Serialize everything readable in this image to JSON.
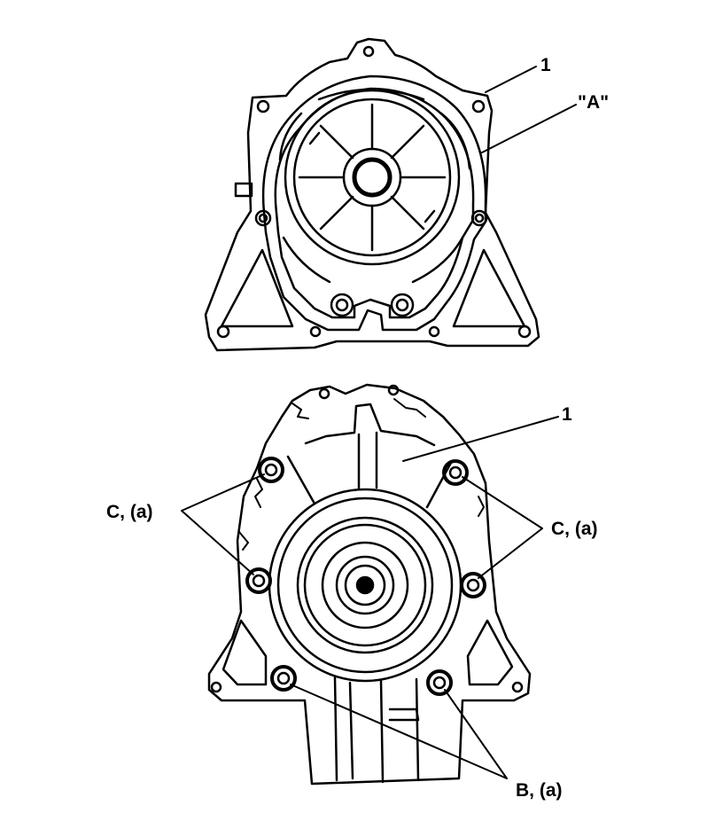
{
  "top_view": {
    "callout_1": "1",
    "callout_a": "\"A\""
  },
  "bottom_view": {
    "callout_1": "1",
    "callout_c_left": "C,  (a)",
    "callout_c_right": "C,  (a)",
    "callout_b": "B,  (a)"
  }
}
